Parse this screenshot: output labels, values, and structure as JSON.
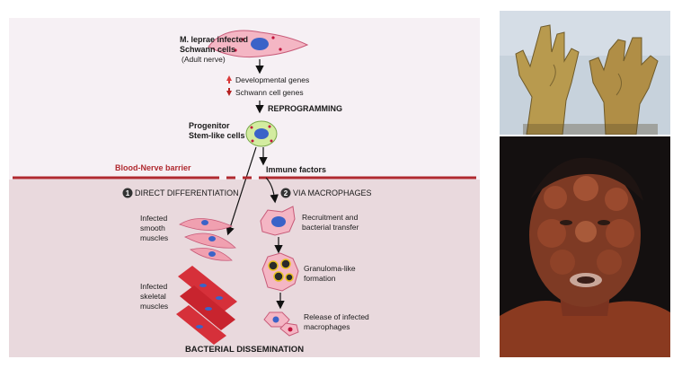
{
  "diagram": {
    "top_cell": {
      "lines": [
        "M. leprae infected",
        "Schwann cells",
        "(Adult nerve)"
      ]
    },
    "gene_changes": [
      {
        "label": "Developmental genes",
        "direction": "up"
      },
      {
        "label": "Schwann cell genes",
        "direction": "down"
      }
    ],
    "reprogramming_label": "REPROGRAMMING",
    "progenitor": {
      "lines": [
        "Progenitor",
        "Stem-like cells"
      ]
    },
    "barrier_label": "Blood-Nerve barrier",
    "immune_factors_label": "Immune factors",
    "pathways": [
      {
        "number": "1",
        "label": "DIRECT DIFFERENTIATION"
      },
      {
        "number": "2",
        "label": "VIA MACROPHAGES"
      }
    ],
    "direct_outcomes": [
      {
        "lines": [
          "Infected",
          "smooth",
          "muscles"
        ]
      },
      {
        "lines": [
          "Infected",
          "skeletal",
          "muscles"
        ]
      }
    ],
    "macrophage_steps": [
      {
        "lines": [
          "Recruitment and",
          "bacterial transfer"
        ]
      },
      {
        "lines": [
          "Granuloma-like",
          "formation"
        ]
      },
      {
        "lines": [
          "Release of infected",
          "macrophages"
        ]
      }
    ],
    "footer_label": "BACTERIAL DISSEMINATION",
    "colors": {
      "upper_bg": "#f6f0f4",
      "lower_bg": "#e9d9dd",
      "barrier": "#b02a30",
      "cell_fill": "#f4b6c4",
      "nucleus": "#3b63c8",
      "up_arrow": "#d93a3a",
      "down_arrow": "#b52020"
    }
  },
  "photos": [
    {
      "name": "leprosy-hands-photo"
    },
    {
      "name": "leprosy-face-photo"
    }
  ]
}
